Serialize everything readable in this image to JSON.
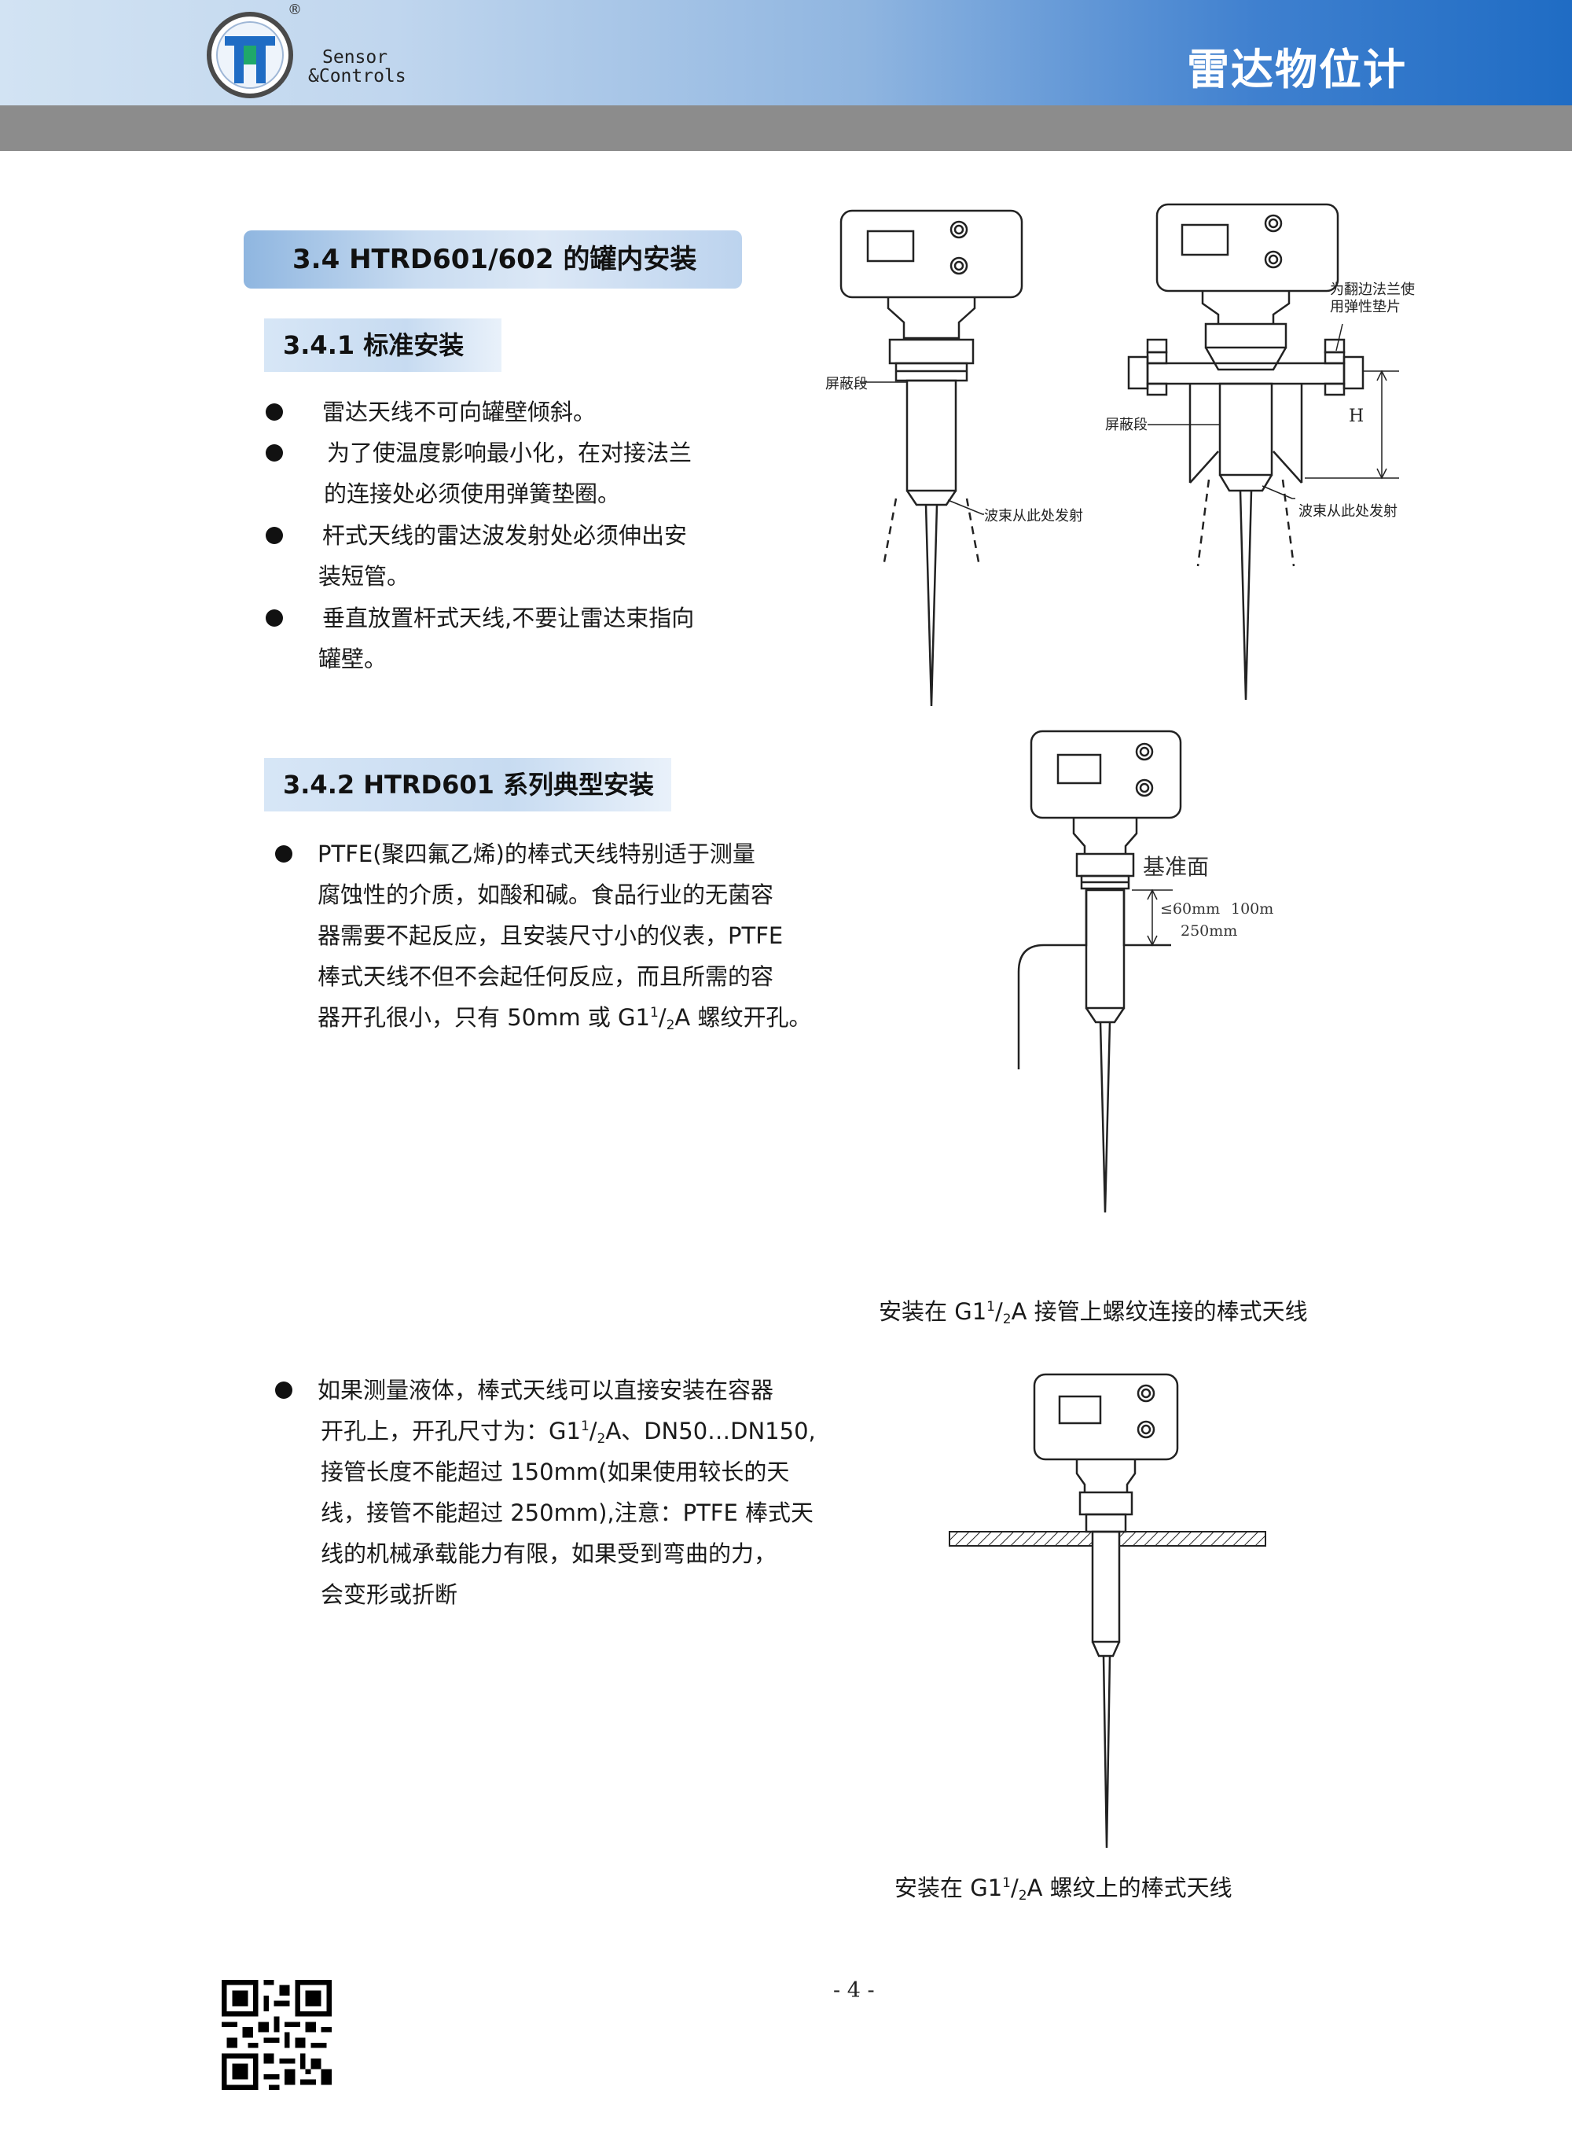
{
  "header": {
    "brand_line1": "Sensor",
    "brand_line2": "&Controls",
    "registered_mark": "®",
    "title": "雷达物位计"
  },
  "section_34": {
    "title": "3.4 HTRD601/602 的罐内安装"
  },
  "section_341": {
    "title": "3.4.1 标准安装",
    "lines": [
      "雷达天线不可向罐壁倾斜。",
      "为了使温度影响最小化，在对接法兰",
      "的连接处必须使用弹簧垫圈。",
      "杆式天线的雷达波发射处必须伸出安",
      "装短管。",
      "垂直放置杆式天线,不要让雷达束指向",
      "罐壁。"
    ]
  },
  "section_342": {
    "title": "3.4.2  HTRD601 系列典型安装",
    "para1_lines": [
      "PTFE(聚四氟乙烯)的棒式天线特别适于测量",
      "腐蚀性的介质，如酸和碱。食品行业的无菌容",
      "器需要不起反应，且安装尺寸小的仪表，PTFE",
      "棒式天线不但不会起任何反应，而且所需的容"
    ],
    "para1_last": {
      "before": "器开孔很小，只有 50mm 或 G1",
      "sup": "1",
      "slash": "/",
      "sub": "2",
      "after": "A 螺纹开孔。"
    },
    "para2_first": {
      "before": "开孔上，开孔尺寸为：G1",
      "sup": "1",
      "slash": "/",
      "sub": "2",
      "after": "A、DN50…DN150,"
    },
    "para2_lines_start": "如果测量液体，棒式天线可以直接安装在容器",
    "para2_lines": [
      "接管长度不能超过 150mm(如果使用较长的天",
      "线，接管不能超过 250mm),注意：PTFE 棒式天",
      "线的机械承载能力有限，如果受到弯曲的力，",
      "会变形或折断"
    ]
  },
  "figures": {
    "left_labels": {
      "shield": "屏蔽段",
      "beam": "波束从此处发射"
    },
    "right_labels": {
      "washer_1": "为翻边法兰使",
      "washer_2": "用弹性垫片",
      "shield": "屏蔽段",
      "beam": "波束从此处发射",
      "h": "H"
    },
    "fig2_labels": {
      "datum": "基准面",
      "d60": "≤60mm",
      "d100": "100m",
      "d250": "250mm"
    },
    "caption1": {
      "before": "安装在 G1",
      "sup": "1",
      "slash": "/",
      "sub": "2",
      "after": "A 接管上螺纹连接的棒式天线"
    },
    "caption2": {
      "before": "安装在 G1",
      "sup": "1",
      "slash": "/",
      "sub": "2",
      "after": "A 螺纹上的棒式天线"
    }
  },
  "footer": {
    "page_number": "- 4 -"
  }
}
